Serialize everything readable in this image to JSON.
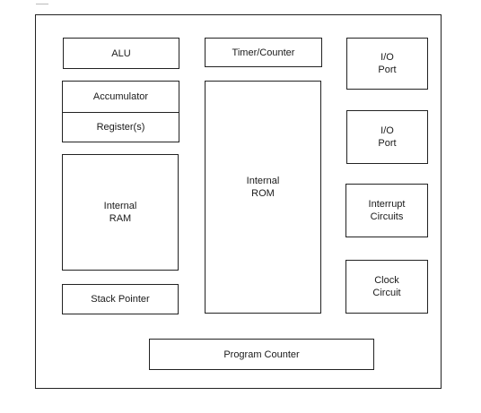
{
  "blocks": {
    "alu": "ALU",
    "timer_counter": "Timer/Counter",
    "io_port_1": "I/O\nPort",
    "io_port_2": "I/O\nPort",
    "accumulator": "Accumulator",
    "registers": "Register(s)",
    "internal_rom": "Internal\nROM",
    "internal_ram": "Internal\nRAM",
    "interrupt_circuits": "Interrupt\nCircuits",
    "clock_circuit": "Clock\nCircuit",
    "stack_pointer": "Stack Pointer",
    "program_counter": "Program Counter"
  }
}
